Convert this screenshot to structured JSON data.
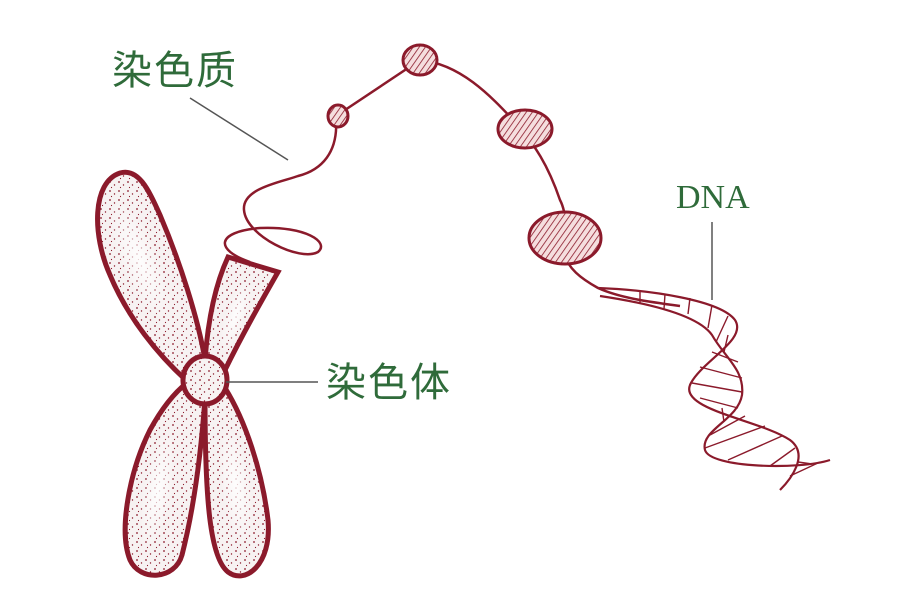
{
  "labels": {
    "chromatin": "染色质",
    "chromosome": "染色体",
    "dna": "DNA"
  },
  "colors": {
    "structure": "#8b1a2b",
    "label_text": "#2f6b3a",
    "leader_line": "#555555",
    "background": "#ffffff"
  }
}
